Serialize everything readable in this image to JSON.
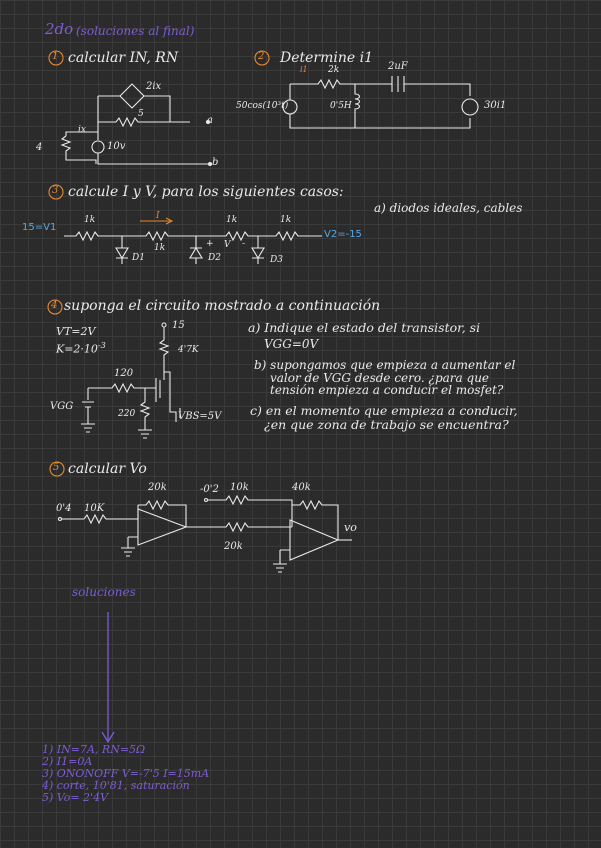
{
  "header": {
    "title": "2do",
    "subtitle": "(soluciones al final)"
  },
  "problem1": {
    "num": "1",
    "title": "calcular IN, RN",
    "label_2ix": "2ix",
    "label_5": "5",
    "label_a": "a",
    "label_b": "b",
    "label_ix": "ix",
    "label_4": "4",
    "label_10v": "10v"
  },
  "problem2": {
    "num": "2",
    "title": "Determine i1",
    "label_i1": "i1",
    "label_2k": "2k",
    "label_2uf": "2uF",
    "label_source": "50cos(10³t)",
    "label_ind": "0'5H",
    "label_30i1": "30i1"
  },
  "problem3": {
    "num": "3",
    "title": "calcule I y V, para los siguientes casos:",
    "case_a": "a) diodos ideales, cables",
    "label_v1": "15=V1",
    "label_1k_a": "1k",
    "label_I": "I",
    "label_1k_b": "1k",
    "label_1k_c": "1k",
    "label_1k_d": "1k",
    "label_v2": "V2=-15",
    "label_d1": "D1",
    "label_d2": "D2",
    "label_d3": "D3",
    "label_plus": "+",
    "label_v": "V",
    "label_minus": "-"
  },
  "problem4": {
    "num": "4",
    "title": "suponga el circuito mostrado a continuación",
    "vt": "VT=2V",
    "k": "K=2·10",
    "k_exp": "-3",
    "vdd": "15",
    "rd": "4'7K",
    "r_top": "120",
    "r_bot": "220",
    "vgg": "VGG",
    "vbs": "VBS=5V",
    "q_a": "a) Indique el estado del transistor, si",
    "q_a2": "VGG=0V",
    "q_b": "b) supongamos que empieza a aumentar el",
    "q_b2": "valor de VGG desde cero. ¿para que",
    "q_b3": "tensión empieza a conducir el mosfet?",
    "q_c": "c) en el momento que empieza a conducir,",
    "q_c2": "¿en que zona de trabajo se encuentra?"
  },
  "problem5": {
    "num": "5",
    "title": "calcular Vo",
    "r1": "20k",
    "vin1": "0'4",
    "r2": "10K",
    "vin2": "-0'2",
    "r3": "10k",
    "r4": "40k",
    "r5": "20k",
    "vo": "vo"
  },
  "solutions": {
    "heading": "soluciones",
    "items": [
      "1) IN=7A, RN=5Ω",
      "2) I1=0A",
      "3) ONONOFF V=-7'5 I=15mA",
      "4) corte, 10'81, saturación",
      "5) Vo= 2'4V"
    ]
  },
  "colors": {
    "accent": "#7d5cd6",
    "highlight": "#e8892f",
    "ink": "#e9e9e9",
    "paper": "#2b2b2b"
  }
}
